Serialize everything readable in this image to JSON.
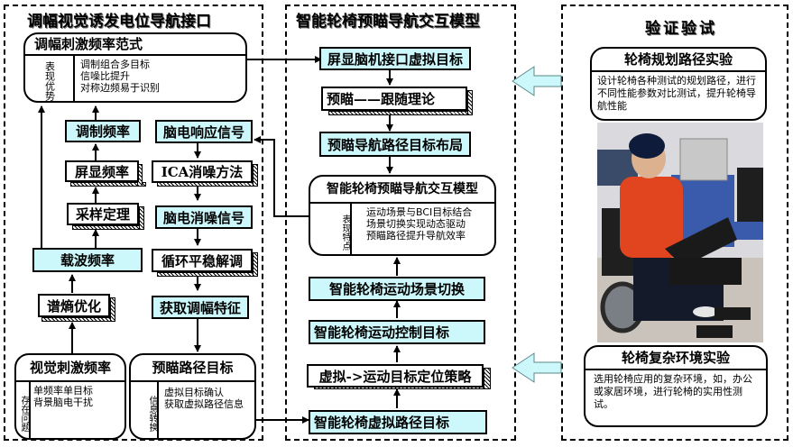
{
  "left_panel": {
    "title": "调幅视觉诱发电位导航接口",
    "paradigm_box": {
      "title": "调幅刺激频率范式",
      "side_label": "表现优势",
      "lines": [
        "调制组合多目标",
        "信噪比提升",
        "对称边频易于识别"
      ]
    },
    "left_column": [
      "调制频率",
      "屏显频率",
      "采样定理"
    ],
    "carrier": "载波频率",
    "entropy": "谱熵优化",
    "right_column": [
      "脑电响应信号",
      "ICA消噪方法",
      "脑电消噪信号",
      "循环平稳解调",
      "获取调幅特征"
    ],
    "stim_box": {
      "title": "视觉刺激频率",
      "side_label": "存在问题",
      "lines": [
        "单频率单目标",
        "背景脑电干扰"
      ]
    },
    "path_box": {
      "title": "预瞄路径目标",
      "side_label": "信息转换",
      "lines": [
        "虚拟目标确认",
        "获取虚拟路径信息"
      ]
    }
  },
  "middle_panel": {
    "title": "智能轮椅预瞄导航交互模型",
    "top_steps": [
      "屏显脑机接口虚拟目标",
      "预瞄——跟随理论",
      "预瞄导航路径目标布局"
    ],
    "model_box": {
      "title": "智能轮椅预瞄导航交互模型",
      "side_label": "表现特点",
      "lines": [
        "运动场景与BCI目标结合",
        "场景切换实现动态驱动",
        "预瞄路径提升导航效率"
      ]
    },
    "bottom_steps": [
      "智能轮椅运动场景切换",
      "智能轮椅运动控制目标",
      "虚拟->运动目标定位策略",
      "智能轮椅虚拟路径目标"
    ]
  },
  "right_panel": {
    "title": "验证验试",
    "exp1": {
      "title": "轮椅规划路径实验",
      "text": "设计轮椅各种测试的规划路径，进行不同性能参数对比测试，提升轮椅导航性能"
    },
    "exp2": {
      "title": "轮椅复杂环境实验",
      "text": "选用轮椅应用的复杂环境，如，办公或家居环境，进行轮椅的实用性测试。"
    }
  },
  "colors": {
    "box_fill": "#ccf8fc",
    "arrow_fill": "#ccf8fc",
    "line": "#000000"
  }
}
